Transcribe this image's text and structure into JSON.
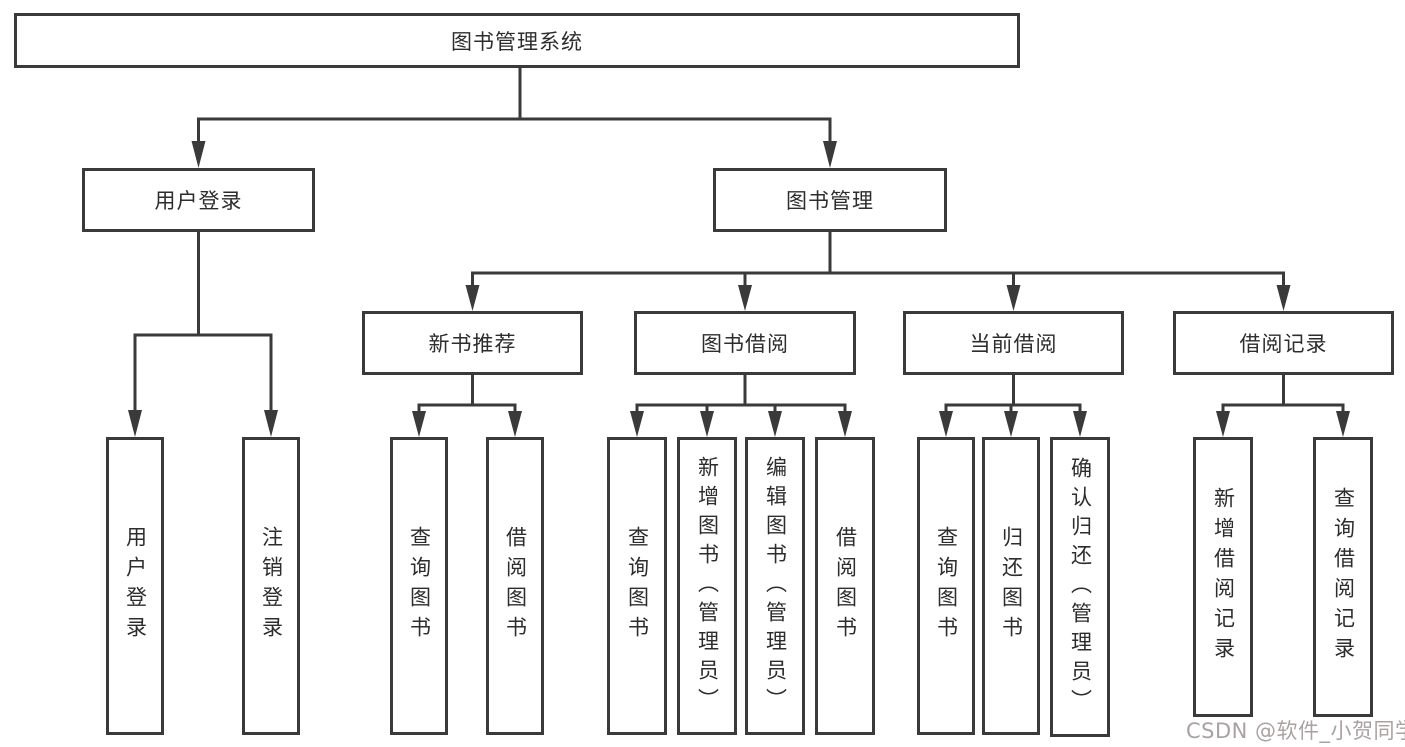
{
  "diagram": {
    "title": "图书管理系统",
    "nodes": {
      "root": {
        "label": "图书管理系统"
      },
      "user_login": {
        "label": "用户登录"
      },
      "book_management": {
        "label": "图书管理"
      },
      "user_login_children": [
        {
          "label": "用户登录"
        },
        {
          "label": "注销登录"
        }
      ],
      "book_management_children": [
        {
          "label": "新书推荐"
        },
        {
          "label": "图书借阅"
        },
        {
          "label": "当前借阅"
        },
        {
          "label": "借阅记录"
        }
      ],
      "new_book_children": [
        {
          "label": "查询图书"
        },
        {
          "label": "借阅图书"
        }
      ],
      "book_borrow_children": [
        {
          "label": "查询图书"
        },
        {
          "label": "新增图书（管理员）"
        },
        {
          "label": "编辑图书（管理员）"
        },
        {
          "label": "借阅图书"
        }
      ],
      "current_borrow_children": [
        {
          "label": "查询图书"
        },
        {
          "label": "归还图书"
        },
        {
          "label": "确认归还（管理员）"
        }
      ],
      "borrow_record_children": [
        {
          "label": "新增借阅记录"
        },
        {
          "label": "查询借阅记录"
        }
      ]
    },
    "colors": {
      "line": "#3a3a3a",
      "box_border": "#3a3a3a",
      "box_fill": "#ffffff",
      "text": "#2d2d2d",
      "watermark": "#aaa2a2"
    }
  },
  "watermark": {
    "text": "CSDN @软件_小贺同学"
  }
}
